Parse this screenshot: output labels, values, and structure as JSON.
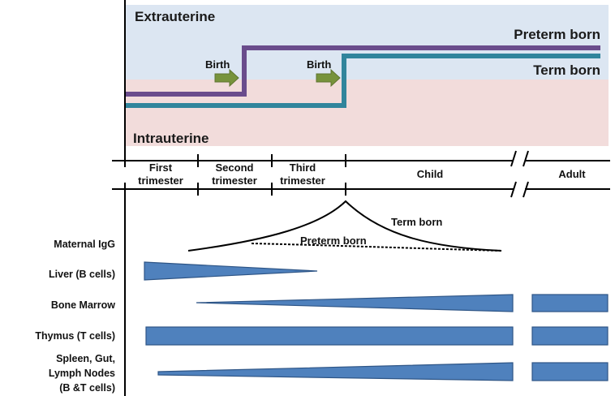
{
  "colors": {
    "extrauterine_bg": "#dce6f2",
    "intrauterine_bg": "#f2dcdb",
    "preterm_line": "#6a4c8c",
    "term_line": "#31859c",
    "arrow": "#77933c",
    "arrow_stroke": "#5f7530",
    "organ_fill": "#4f81bd",
    "organ_stroke": "#2e5586",
    "axis": "#000000"
  },
  "top_panel": {
    "extrauterine_label": "Extrauterine",
    "intrauterine_label": "Intrauterine",
    "preterm_label": "Preterm born",
    "term_label": "Term born",
    "birth_label_1": "Birth",
    "birth_label_2": "Birth"
  },
  "timeline": {
    "first_line1": "First",
    "first_line2": "trimester",
    "second_line1": "Second",
    "second_line2": "trimester",
    "third_line1": "Third",
    "third_line2": "trimester",
    "child": "Child",
    "adult": "Adult"
  },
  "igg": {
    "term_label": "Term born",
    "preterm_label": "Preterm born"
  },
  "rows": {
    "maternal_igg": "Maternal IgG",
    "liver": "Liver (B cells)",
    "bone_marrow": "Bone Marrow",
    "thymus": "Thymus (T cells)",
    "spleen_line1": "Spleen, Gut,",
    "spleen_line2": "Lymph Nodes",
    "spleen_line3": "(B &T cells)"
  },
  "icons": {
    "birth_arrow": "right-arrow-icon",
    "axis_break": "axis-break-icon"
  }
}
